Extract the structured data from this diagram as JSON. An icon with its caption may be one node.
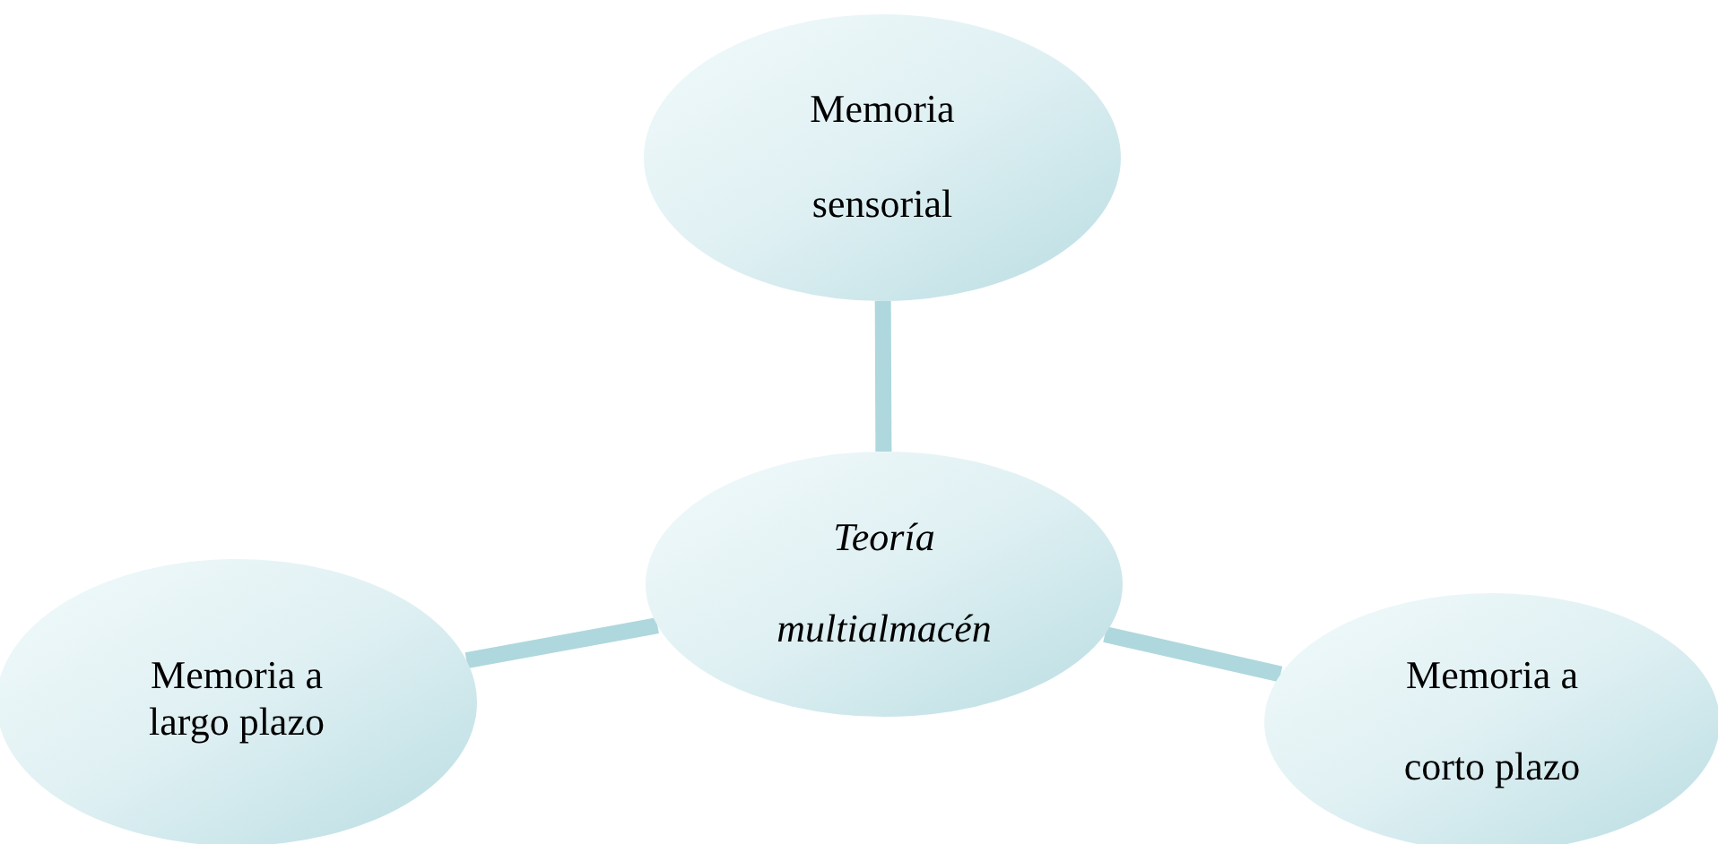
{
  "diagram": {
    "nodes": [
      {
        "text": [
          "Memoria sensorial"
        ]
      },
      {
        "text": [
          "Teoría multialmacén"
        ]
      },
      {
        "text": [
          "Memoria a largo plazo"
        ]
      },
      {
        "text": [
          "Memoria a corto plazo"
        ]
      }
    ],
    "edges": [
      {
        "from": 0,
        "to": 1,
        "arrow": "none"
      },
      {
        "from": 1,
        "to": 2,
        "arrow": "none"
      },
      {
        "from": 1,
        "to": 3,
        "arrow": "none"
      }
    ]
  }
}
